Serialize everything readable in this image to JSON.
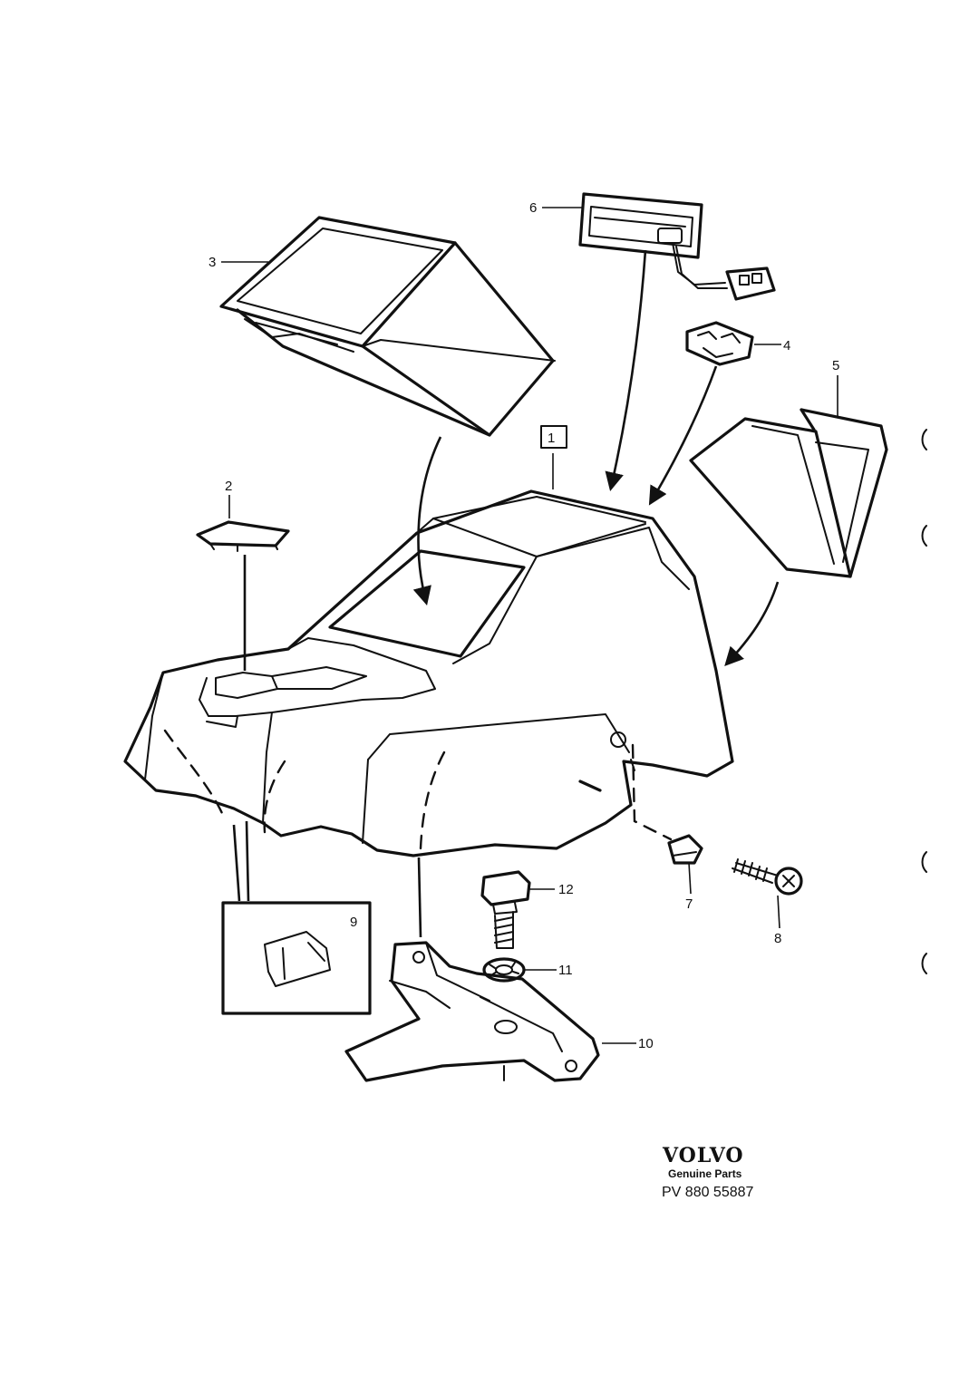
{
  "callouts": {
    "c1": "1",
    "c2": "2",
    "c3": "3",
    "c4": "4",
    "c5": "5",
    "c6": "6",
    "c7": "7",
    "c8": "8",
    "c9": "9",
    "c10": "10",
    "c11": "11",
    "c12": "12"
  },
  "brand": {
    "logo": "VOLVO",
    "tagline": "Genuine Parts",
    "part_number": "PV 880 55887"
  }
}
